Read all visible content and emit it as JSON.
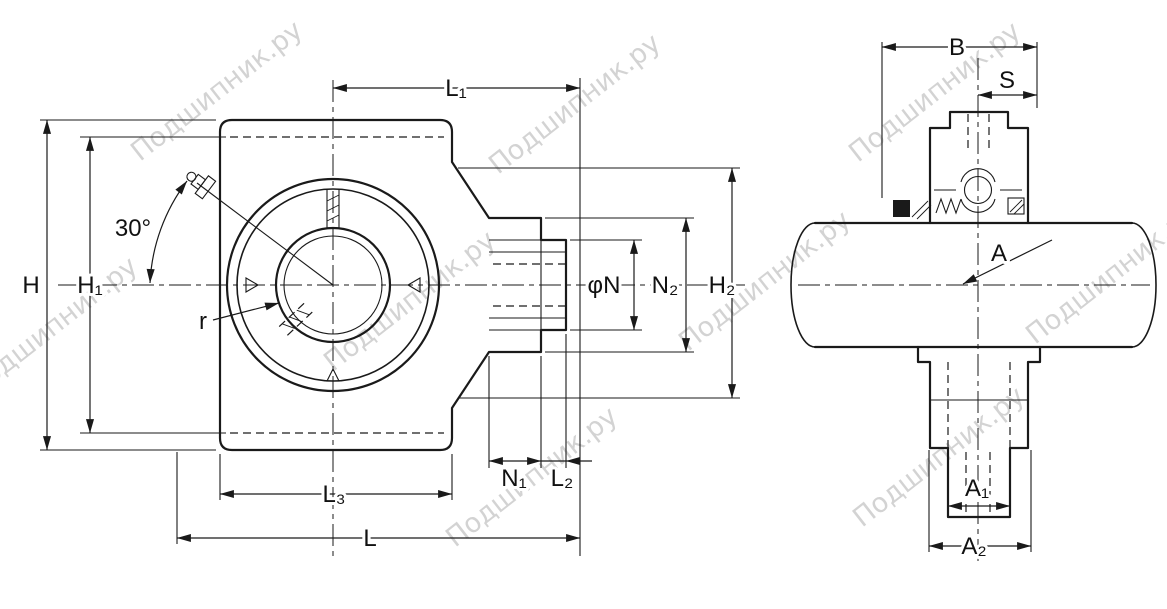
{
  "watermark": {
    "text": "Подшипник.ру",
    "color": "#c9c9c9"
  },
  "colors": {
    "line": "#1a1a1a",
    "background": "#ffffff"
  },
  "front_view": {
    "labels": {
      "angle30": "30°",
      "H": "H",
      "H1": "H₁",
      "r": "r",
      "L1": "L₁",
      "phiN": "φN",
      "N2": "N₂",
      "H2": "H₂",
      "N1": "N₁",
      "L2": "L₂",
      "L3": "L₃",
      "L": "L"
    }
  },
  "side_view": {
    "labels": {
      "B": "B",
      "S": "S",
      "A": "A",
      "A1": "A₁",
      "A2": "A₂"
    }
  }
}
